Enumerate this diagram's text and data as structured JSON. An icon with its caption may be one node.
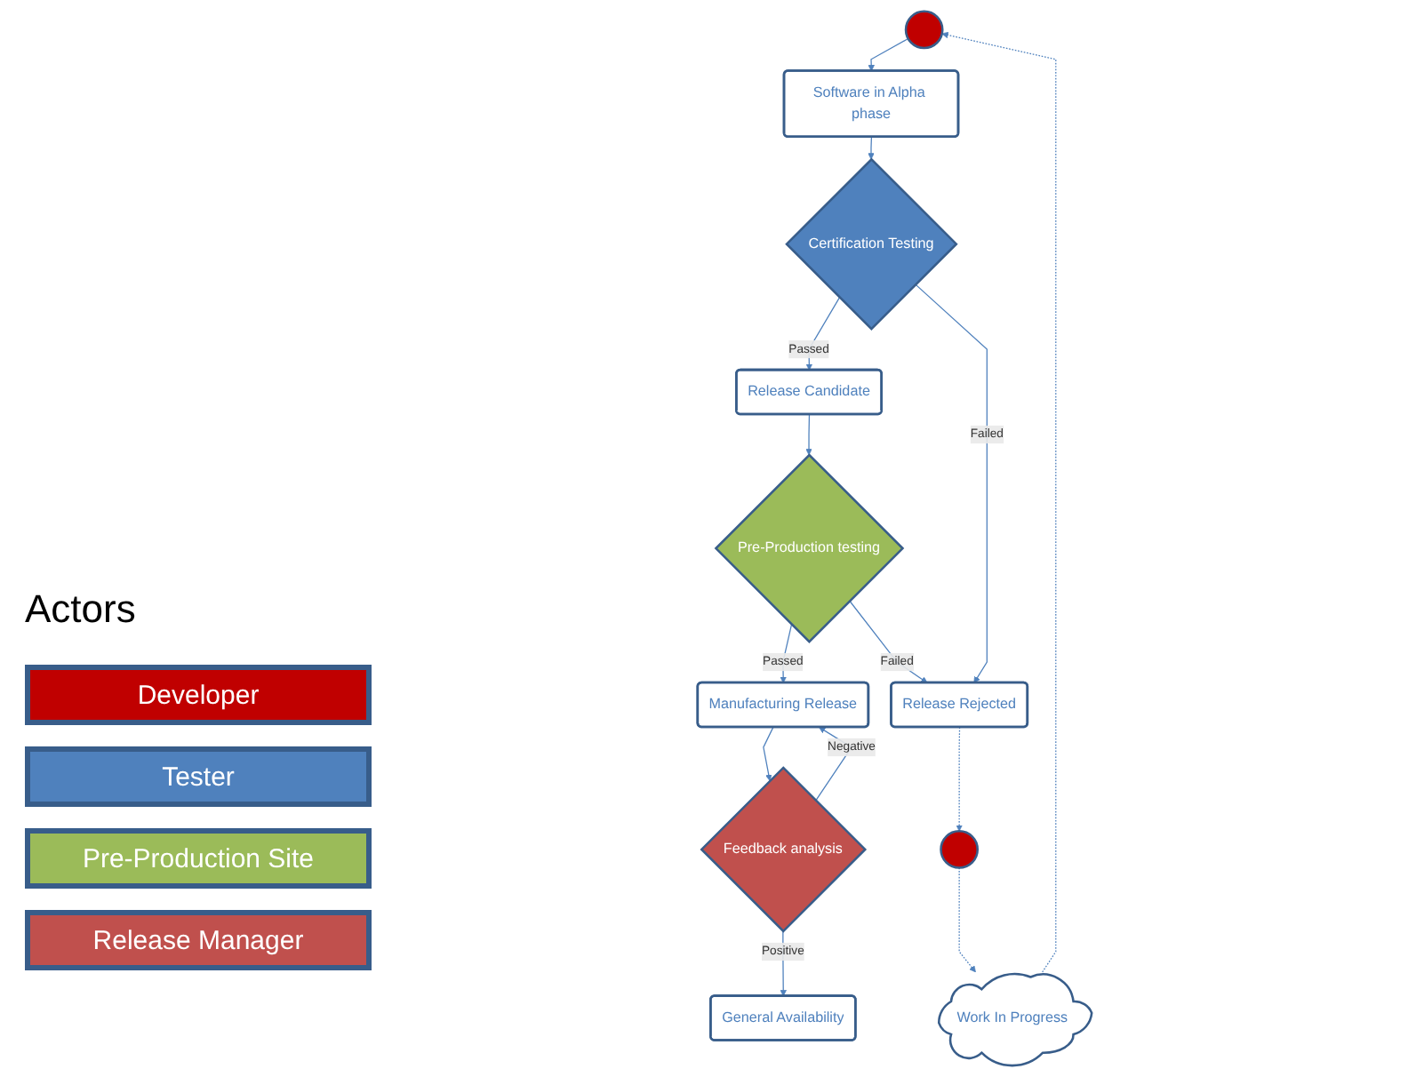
{
  "diagram": {
    "nodes": [
      {
        "text": [],
        "shape": "circle"
      },
      {
        "text": [
          "Software in Alpha phase"
        ]
      },
      {
        "text": [
          "Certification Testing"
        ]
      },
      {
        "text": [
          "Release Candidate"
        ]
      },
      {
        "text": [
          "Pre-Production testing"
        ]
      },
      {
        "text": [
          "Manufacturing Release"
        ]
      },
      {
        "text": [
          "Feedback analysis"
        ]
      },
      {
        "text": [
          "Release Rejected"
        ]
      },
      {
        "text": [
          "General Availability"
        ]
      },
      {
        "text": [
          "Work In Progress"
        ]
      },
      {
        "text": [],
        "shape": "circle"
      }
    ],
    "edges": [
      {
        "from": 0,
        "to": 1,
        "arrow": "to"
      },
      {
        "from": 1,
        "to": 2,
        "arrow": "to"
      },
      {
        "from": 2,
        "to": 3,
        "arrow": "to",
        "label": "Passed"
      },
      {
        "from": 2,
        "to": 7,
        "arrow": "to",
        "label": "Failed"
      },
      {
        "from": 3,
        "to": 4,
        "arrow": "to"
      },
      {
        "from": 4,
        "to": 5,
        "arrow": "to",
        "label": "Passed"
      },
      {
        "from": 4,
        "to": 7,
        "arrow": "to",
        "label": "Failed"
      },
      {
        "from": 5,
        "to": 6,
        "arrow": "to"
      },
      {
        "from": 6,
        "to": 5,
        "arrow": "to",
        "label": "Negative"
      },
      {
        "from": 6,
        "to": 8,
        "arrow": "to",
        "label": "Positive"
      },
      {
        "from": 7,
        "to": 10,
        "arrow": "to",
        "style": "dashed"
      },
      {
        "from": 10,
        "to": 9,
        "arrow": "to",
        "style": "dashed"
      },
      {
        "from": 9,
        "to": 0,
        "arrow": "to",
        "style": "dashed"
      }
    ],
    "labels": [
      "Actors"
    ],
    "legend": [
      {
        "text": "Developer",
        "color": "#c00000"
      },
      {
        "text": "Tester",
        "color": "#4f81bd"
      },
      {
        "text": "Pre-Production Site",
        "color": "#9bbb59"
      },
      {
        "text": "Release Manager",
        "color": "#c0504d"
      }
    ]
  }
}
